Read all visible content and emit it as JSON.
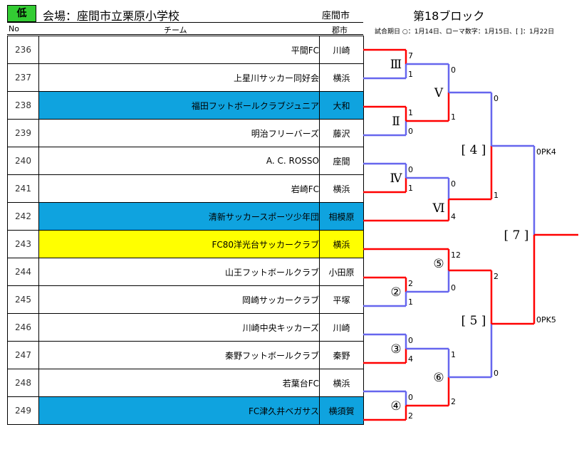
{
  "header": {
    "badge": "低",
    "venue": "会場：座間市立栗原小学校",
    "city": "座間市",
    "block": "第18ブロック",
    "note": "試合期日 ○：1月14日、ローマ数字：1月15日、[ ]：1月22日",
    "col_no": "No",
    "col_team": "チーム",
    "col_city": "郡市"
  },
  "highlight_colors": {
    "blue": "#0fa3df",
    "yellow": "#ffff00",
    "winner_line": "#ff0000",
    "loser_line": "#6666ee"
  },
  "teams": [
    {
      "no": "236",
      "name": "平間FC",
      "city": "川崎",
      "highlight": ""
    },
    {
      "no": "237",
      "name": "上星川サッカー同好会",
      "city": "横浜",
      "highlight": ""
    },
    {
      "no": "238",
      "name": "福田フットボールクラブジュニア",
      "city": "大和",
      "highlight": "blue"
    },
    {
      "no": "239",
      "name": "明治フリーバーズ",
      "city": "藤沢",
      "highlight": ""
    },
    {
      "no": "240",
      "name": "A. C. ROSSO",
      "city": "座間",
      "highlight": ""
    },
    {
      "no": "241",
      "name": "岩崎FC",
      "city": "横浜",
      "highlight": ""
    },
    {
      "no": "242",
      "name": "清新サッカースポーツ少年団",
      "city": "相模原",
      "highlight": "blue"
    },
    {
      "no": "243",
      "name": "FC80洋光台サッカークラブ",
      "city": "横浜",
      "highlight": "yellow"
    },
    {
      "no": "244",
      "name": "山王フットボールクラブ",
      "city": "小田原",
      "highlight": ""
    },
    {
      "no": "245",
      "name": "岡崎サッカークラブ",
      "city": "平塚",
      "highlight": ""
    },
    {
      "no": "246",
      "name": "川崎中央キッカーズ",
      "city": "川崎",
      "highlight": ""
    },
    {
      "no": "247",
      "name": "秦野フットボールクラブ",
      "city": "秦野",
      "highlight": ""
    },
    {
      "no": "248",
      "name": "若葉台FC",
      "city": "横浜",
      "highlight": ""
    },
    {
      "no": "249",
      "name": "FC津久井ベガサス",
      "city": "横須賀",
      "highlight": "blue"
    }
  ],
  "matches": [
    {
      "label": "Ⅲ",
      "top": "7",
      "bottom": "1"
    },
    {
      "label": "Ⅱ",
      "top": "1",
      "bottom": "0"
    },
    {
      "label": "Ⅳ",
      "top": "0",
      "bottom": "1"
    },
    {
      "label": "②",
      "top": "2",
      "bottom": "1"
    },
    {
      "label": "③",
      "top": "0",
      "bottom": "4"
    },
    {
      "label": "④",
      "top": "0",
      "bottom": "2"
    },
    {
      "label": "Ⅴ",
      "top": "0",
      "bottom": "1"
    },
    {
      "label": "Ⅵ",
      "top": "0",
      "bottom": "4"
    },
    {
      "label": "⑤",
      "top": "12",
      "bottom": "0"
    },
    {
      "label": "⑥",
      "top": "1",
      "bottom": "2"
    },
    {
      "label": "[ 4 ]",
      "top": "0",
      "bottom": "1"
    },
    {
      "label": "[ 5 ]",
      "top": "2",
      "bottom": "0"
    },
    {
      "label": "[ 7 ]",
      "top": "0PK4",
      "bottom": "0PK5"
    }
  ]
}
